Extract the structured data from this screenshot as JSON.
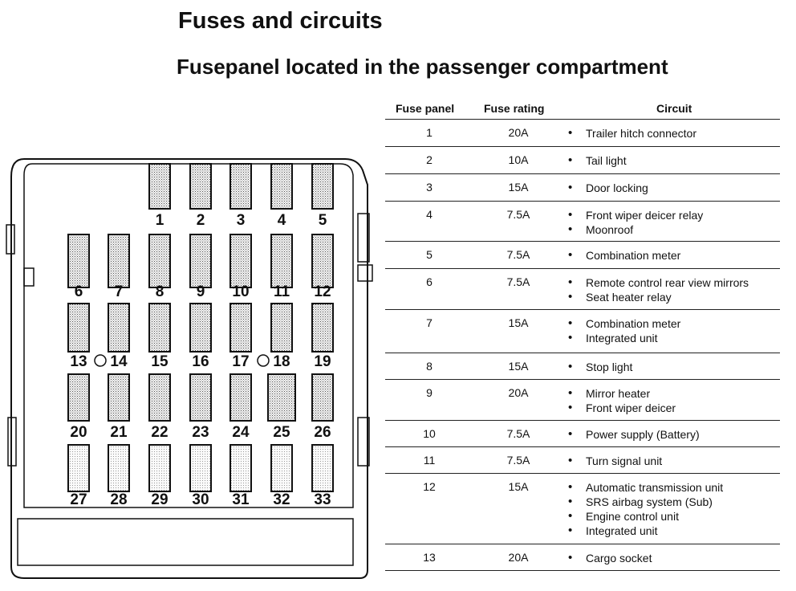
{
  "title": "Fuses and circuits",
  "subtitle": "Fusepanel located in the passenger compartment",
  "panel": {
    "fuses": [
      "1",
      "2",
      "3",
      "4",
      "5",
      "6",
      "7",
      "8",
      "9",
      "10",
      "11",
      "12",
      "13",
      "14",
      "15",
      "16",
      "17",
      "18",
      "19",
      "20",
      "21",
      "22",
      "23",
      "24",
      "25",
      "26",
      "27",
      "28",
      "29",
      "30",
      "31",
      "32",
      "33"
    ]
  },
  "table": {
    "headers": {
      "panel": "Fuse panel",
      "rating": "Fuse rating",
      "circuit": "Circuit"
    },
    "rows": [
      {
        "panel": "1",
        "rating": "20A",
        "circuits": [
          "Trailer hitch connector"
        ]
      },
      {
        "panel": "2",
        "rating": "10A",
        "circuits": [
          "Tail light"
        ]
      },
      {
        "panel": "3",
        "rating": "15A",
        "circuits": [
          "Door locking"
        ]
      },
      {
        "panel": "4",
        "rating": "7.5A",
        "circuits": [
          "Front wiper deicer relay",
          "Moonroof"
        ]
      },
      {
        "panel": "5",
        "rating": "7.5A",
        "circuits": [
          "Combination meter"
        ]
      },
      {
        "panel": "6",
        "rating": "7.5A",
        "circuits": [
          "Remote control rear view mirrors",
          "Seat heater relay"
        ]
      },
      {
        "panel": "7",
        "rating": "15A",
        "circuits": [
          "Combination meter",
          "Integrated unit"
        ]
      },
      {
        "panel": "8",
        "rating": "15A",
        "circuits": [
          "Stop light"
        ]
      },
      {
        "panel": "9",
        "rating": "20A",
        "circuits": [
          "Mirror heater",
          "Front wiper deicer"
        ]
      },
      {
        "panel": "10",
        "rating": "7.5A",
        "circuits": [
          "Power supply (Battery)"
        ]
      },
      {
        "panel": "11",
        "rating": "7.5A",
        "circuits": [
          "Turn signal unit"
        ]
      },
      {
        "panel": "12",
        "rating": "15A",
        "circuits": [
          "Automatic transmission unit",
          "SRS airbag system (Sub)",
          "Engine control unit",
          "Integrated unit"
        ]
      },
      {
        "panel": "13",
        "rating": "20A",
        "circuits": [
          "Cargo socket"
        ]
      }
    ]
  }
}
